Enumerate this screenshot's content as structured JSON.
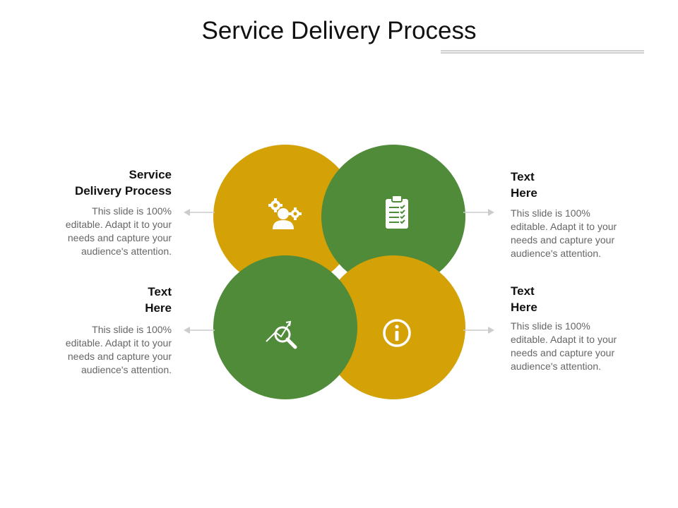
{
  "title": "Service Delivery Process",
  "colors": {
    "gold": "#D4A106",
    "green": "#4F8B38",
    "text": "#111111",
    "muted": "#666666"
  },
  "blocks": {
    "top_left": {
      "heading_line1": "Service",
      "heading_line2": "Delivery Process",
      "body": [
        "This slide is 100%",
        "editable. Adapt it to your",
        "needs and capture your",
        "audience's attention."
      ]
    },
    "top_right": {
      "heading_line1": "Text",
      "heading_line2": "Here",
      "body": [
        "This slide is 100%",
        "editable. Adapt it to your",
        "needs and capture your",
        "audience's attention."
      ]
    },
    "bottom_left": {
      "heading_line1": "Text",
      "heading_line2": "Here",
      "body": [
        "This slide is 100%",
        "editable. Adapt it to your",
        "needs and capture your",
        "audience's attention."
      ]
    },
    "bottom_right": {
      "heading_line1": "Text",
      "heading_line2": "Here",
      "body": [
        "This slide is 100%",
        "editable. Adapt it to your",
        "needs and capture your",
        "audience's attention."
      ]
    }
  },
  "icons": {
    "top_left": "team-gears-icon",
    "top_right": "clipboard-checklist-icon",
    "bottom_left": "magnifier-growth-icon",
    "bottom_right": "info-icon"
  }
}
